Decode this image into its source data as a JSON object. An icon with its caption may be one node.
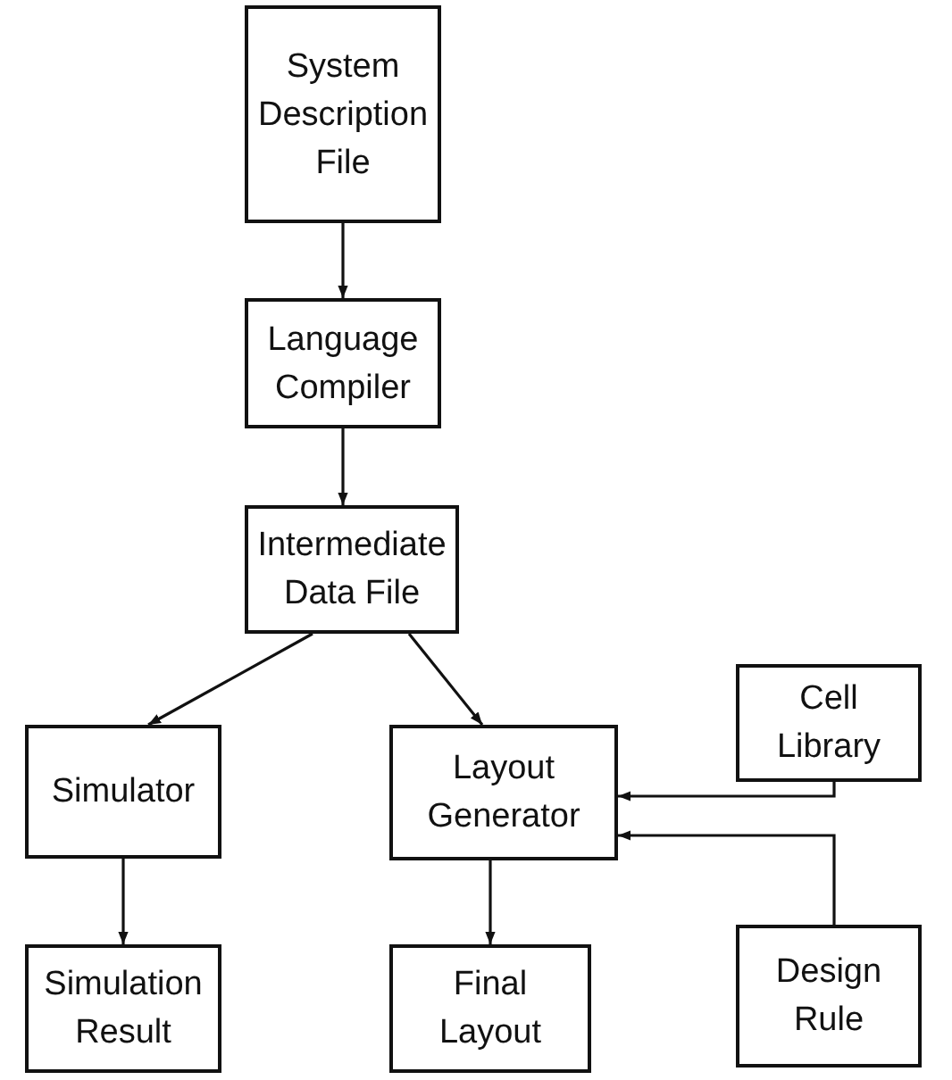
{
  "diagram": {
    "nodes": [
      {
        "text": [
          "System Description File"
        ]
      },
      {
        "text": [
          "Language Compiler"
        ]
      },
      {
        "text": [
          "Intermediate Data File"
        ]
      },
      {
        "text": [
          "Cell Library"
        ]
      },
      {
        "text": [
          "Simulator"
        ]
      },
      {
        "text": [
          "Layout Generator"
        ]
      },
      {
        "text": [
          "Design Rule"
        ]
      },
      {
        "text": [
          "Simulation Result"
        ]
      },
      {
        "text": [
          "Final Layout"
        ]
      }
    ],
    "edges": [
      {
        "from": 0,
        "to": 1,
        "arrow": "to"
      },
      {
        "from": 1,
        "to": 2,
        "arrow": "to"
      },
      {
        "from": 2,
        "to": 4,
        "arrow": "to"
      },
      {
        "from": 2,
        "to": 5,
        "arrow": "to"
      },
      {
        "from": 3,
        "to": 5,
        "arrow": "to"
      },
      {
        "from": 6,
        "to": 5,
        "arrow": "to"
      },
      {
        "from": 4,
        "to": 7,
        "arrow": "to"
      },
      {
        "from": 5,
        "to": 8,
        "arrow": "to"
      }
    ]
  }
}
